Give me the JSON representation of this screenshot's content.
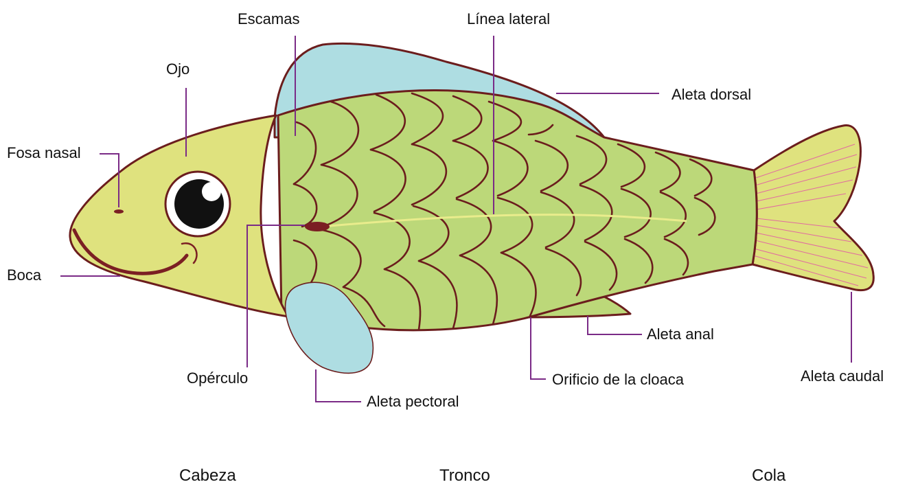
{
  "labels": {
    "escamas": "Escamas",
    "linea_lateral": "Línea lateral",
    "ojo": "Ojo",
    "aleta_dorsal": "Aleta dorsal",
    "fosa_nasal": "Fosa nasal",
    "boca": "Boca",
    "operculo": "Opérculo",
    "aleta_pectoral": "Aleta pectoral",
    "aleta_anal": "Aleta anal",
    "orificio_cloaca": "Orificio de la cloaca",
    "aleta_caudal": "Aleta caudal"
  },
  "sections": {
    "cabeza": "Cabeza",
    "tronco": "Tronco",
    "cola": "Cola"
  },
  "colors": {
    "body": "#bcd879",
    "head": "#dfe27e",
    "fin_blue": "#aedde2",
    "tail": "#dfe27e",
    "outline": "#6b1d1d",
    "leader": "#7a2a86",
    "lateral_line": "#e9ec8c"
  }
}
